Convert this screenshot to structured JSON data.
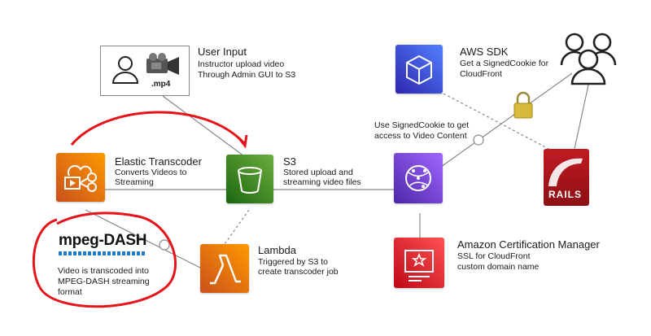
{
  "nodes": {
    "user_input": {
      "title": "User Input",
      "desc": [
        "Instructor upload video",
        "Through Admin GUI to S3"
      ],
      "file_label": ".mp4"
    },
    "elastic_transcoder": {
      "title": "Elastic Transcoder",
      "desc": [
        "Converts Videos to",
        "Streaming"
      ]
    },
    "s3": {
      "title": "S3",
      "desc": [
        "Stored upload and",
        "streaming video files"
      ]
    },
    "lambda": {
      "title": "Lambda",
      "desc": [
        "Triggered by S3 to",
        "create transcoder job"
      ]
    },
    "mpeg_dash": {
      "logo": "mpeg-DASH",
      "desc": [
        "Video is transcoded into",
        "MPEG-DASH streaming",
        "format"
      ]
    },
    "aws_sdk": {
      "title": "AWS SDK",
      "desc": [
        "Get a SignedCookie for",
        "CloudFront"
      ]
    },
    "cloudfront": {
      "desc": [
        "Use SignedCookie to get",
        "access to Video Content"
      ]
    },
    "acm": {
      "title": "Amazon Certification Manager",
      "desc": [
        "SSL for CloudFront",
        "custom domain name"
      ]
    },
    "rails": {
      "logo": "RAILS"
    }
  },
  "icons": {
    "user_input": "user-icon",
    "camera": "video-camera-icon",
    "elastic_transcoder": "elastic-transcoder-icon",
    "s3": "s3-bucket-icon",
    "lambda": "lambda-icon",
    "aws_sdk": "aws-sdk-cube-icon",
    "cloudfront": "cloudfront-icon",
    "acm": "certificate-manager-icon",
    "users": "users-group-icon",
    "lock": "padlock-icon",
    "rails": "rails-logo"
  },
  "colors": {
    "transcoder_orange": "#ed7100",
    "s3_green": "#3f8624",
    "lambda_orange": "#ed7100",
    "purple": "#7b46c9",
    "acm_red": "#dd344c",
    "annotation_red": "#e5141b",
    "dash_blue": "#1f78c8"
  }
}
